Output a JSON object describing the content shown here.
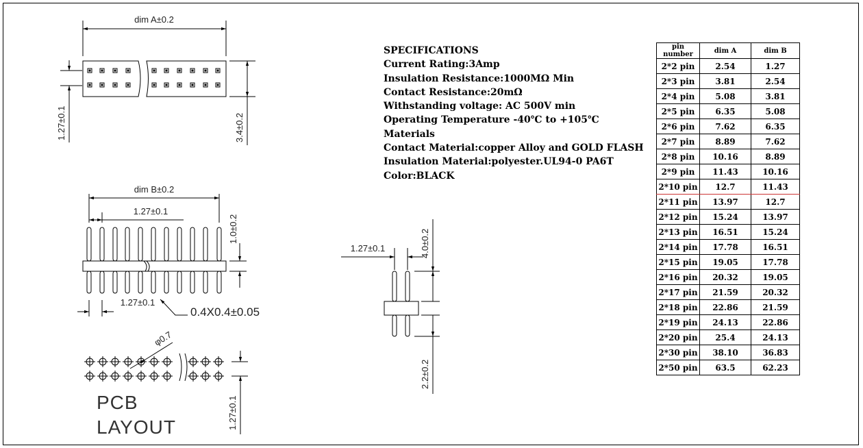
{
  "top_view": {
    "dim_a_label": "dim A±0.2",
    "pitch_label": "1.27±0.1",
    "height_label": "3.4±0.2"
  },
  "side_view": {
    "dim_b_label": "dim B±0.2",
    "pitch_label": "1.27±0.1",
    "top_len_label": "1.0±0.2",
    "bottom_pitch_label": "1.27±0.1",
    "pin_size_label": "0.4X0.4±0.05"
  },
  "pcb": {
    "hole_label": "φ0.7",
    "title_line1": "PCB",
    "title_line2": "LAYOUT",
    "pitch_label": "1.27±0.1"
  },
  "end_view": {
    "pitch_label": "1.27±0.1",
    "top_label": "4.0±0.2",
    "bottom_label": "2.2±0.2"
  },
  "specifications": [
    "SPECIFICATIONS",
    "Current Rating:3Amp",
    "Insulation Resistance:1000MΩ Min",
    "Contact Resistance:20mΩ",
    "Withstanding voltage: AC 500V min",
    "Operating Temperature -40℃ to +105℃",
    "Materials",
    "Contact Material:copper Alloy and GOLD FLASH",
    "Insulation Material:polyester.UL94-0 PA6T",
    "Color:BLACK"
  ],
  "table": {
    "headers": [
      "pin number",
      "dim A",
      "dim B"
    ],
    "rows": [
      [
        "2*2 pin",
        "2.54",
        "1.27"
      ],
      [
        "2*3 pin",
        "3.81",
        "2.54"
      ],
      [
        "2*4 pin",
        "5.08",
        "3.81"
      ],
      [
        "2*5 pin",
        "6.35",
        "5.08"
      ],
      [
        "2*6 pin",
        "7.62",
        "6.35"
      ],
      [
        "2*7 pin",
        "8.89",
        "7.62"
      ],
      [
        "2*8 pin",
        "10.16",
        "8.89"
      ],
      [
        "2*9 pin",
        "11.43",
        "10.16"
      ],
      [
        "2*10 pin",
        "12.7",
        "11.43"
      ],
      [
        "2*11 pin",
        "13.97",
        "12.7"
      ],
      [
        "2*12 pin",
        "15.24",
        "13.97"
      ],
      [
        "2*13 pin",
        "16.51",
        "15.24"
      ],
      [
        "2*14 pin",
        "17.78",
        "16.51"
      ],
      [
        "2*15 pin",
        "19.05",
        "17.78"
      ],
      [
        "2*16 pin",
        "20.32",
        "19.05"
      ],
      [
        "2*17 pin",
        "21.59",
        "20.32"
      ],
      [
        "2*18 pin",
        "22.86",
        "21.59"
      ],
      [
        "2*19 pin",
        "24.13",
        "22.86"
      ],
      [
        "2*20 pin",
        "25.4",
        "24.13"
      ],
      [
        "2*30 pin",
        "38.10",
        "36.83"
      ],
      [
        "2*50 pin",
        "63.5",
        "62.23"
      ]
    ]
  }
}
